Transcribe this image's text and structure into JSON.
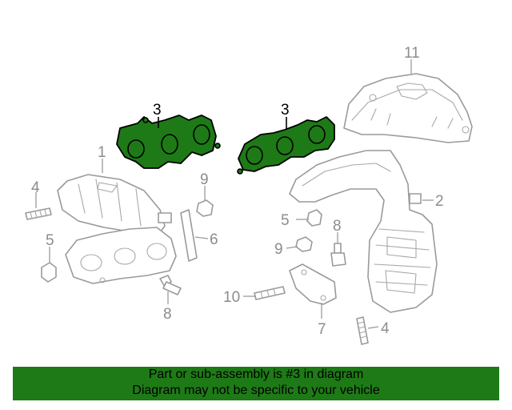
{
  "diagram": {
    "callouts": {
      "c1": "1",
      "c2": "2",
      "c3a": "3",
      "c3b": "3",
      "c4a": "4",
      "c4b": "4",
      "c5a": "5",
      "c5b": "5",
      "c6": "6",
      "c7": "7",
      "c8a": "8",
      "c8b": "8",
      "c9a": "9",
      "c9b": "9",
      "c10": "10",
      "c11": "11"
    },
    "highlight_color": "#1e7a16",
    "highlighted_part": "3"
  },
  "banner": {
    "line1": "Part or sub-assembly is #3 in diagram",
    "line2": "Diagram may not be specific to your vehicle",
    "background": "#1e7a16"
  }
}
